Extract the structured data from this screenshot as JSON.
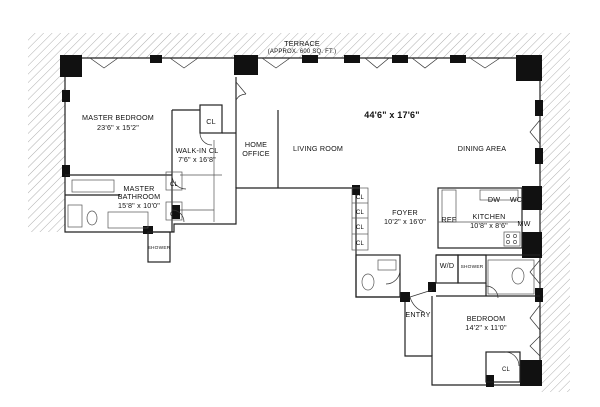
{
  "colors": {
    "wall": "#111111",
    "hatch": "#9a9a9a",
    "background": "#ffffff"
  },
  "labels": {
    "terrace": "TERRACE",
    "terrace_area": "(APPROX. 600 SQ. FT.)",
    "great_room_dims": "44'6\" x 17'6\"",
    "master_bedroom": "MASTER BEDROOM",
    "master_bedroom_dims": "23'6\" x 15'2\"",
    "walkin_closet": "WALK-IN CL",
    "walkin_closet_dims": "7'6\" x 16'8\"",
    "home": "HOME",
    "office": "OFFICE",
    "living_room": "LIVING ROOM",
    "dining_area": "DINING AREA",
    "master": "MASTER",
    "bathroom": "BATHROOM",
    "master_bathroom_dims": "15'8\" x 10'0\"",
    "closet": "CL",
    "shower": "SHOWER",
    "foyer": "FOYER",
    "foyer_dims": "10'2\" x 16'0\"",
    "dishwasher": "DW",
    "wine_cooler": "WC",
    "refrigerator": "REF",
    "kitchen": "KITCHEN",
    "kitchen_dims": "10'8\" x 8'6\"",
    "microwave": "MW",
    "washer_dryer": "W/D",
    "entry": "ENTRY",
    "bedroom": "BEDROOM",
    "bedroom_dims": "14'2\" x 11'0\""
  }
}
